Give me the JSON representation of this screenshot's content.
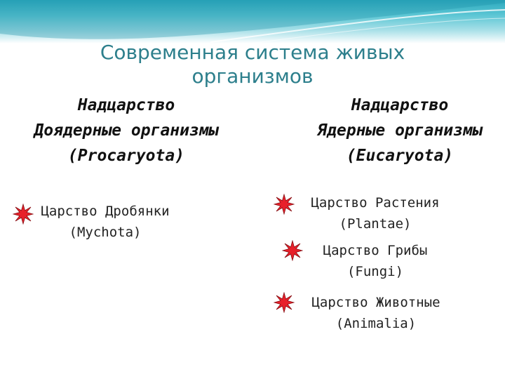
{
  "slide": {
    "title": "Современная система живых организмов",
    "left_column": {
      "heading": "Надцарство",
      "subheading": "Доядерные организмы",
      "latin_name": "(Procaryota)",
      "kingdoms": [
        {
          "name": "Царство Дробянки",
          "latin": "(Mychota)"
        }
      ]
    },
    "right_column": {
      "heading": "Надцарство",
      "subheading": "Ядерные организмы",
      "latin_name": "(Eucaryota)",
      "kingdoms": [
        {
          "name": "Царство Растения",
          "latin": "(Plantae)"
        },
        {
          "name": "Царство Грибы",
          "latin": "(Fungi)"
        },
        {
          "name": "Царство Животные",
          "latin": "(Animalia)"
        }
      ]
    }
  },
  "colors": {
    "header_teal": "#2aa8bd",
    "title_text": "#2d7f8c",
    "bullet_red": "#e8202a"
  },
  "icons": {
    "bullet": "red-starburst-icon"
  }
}
